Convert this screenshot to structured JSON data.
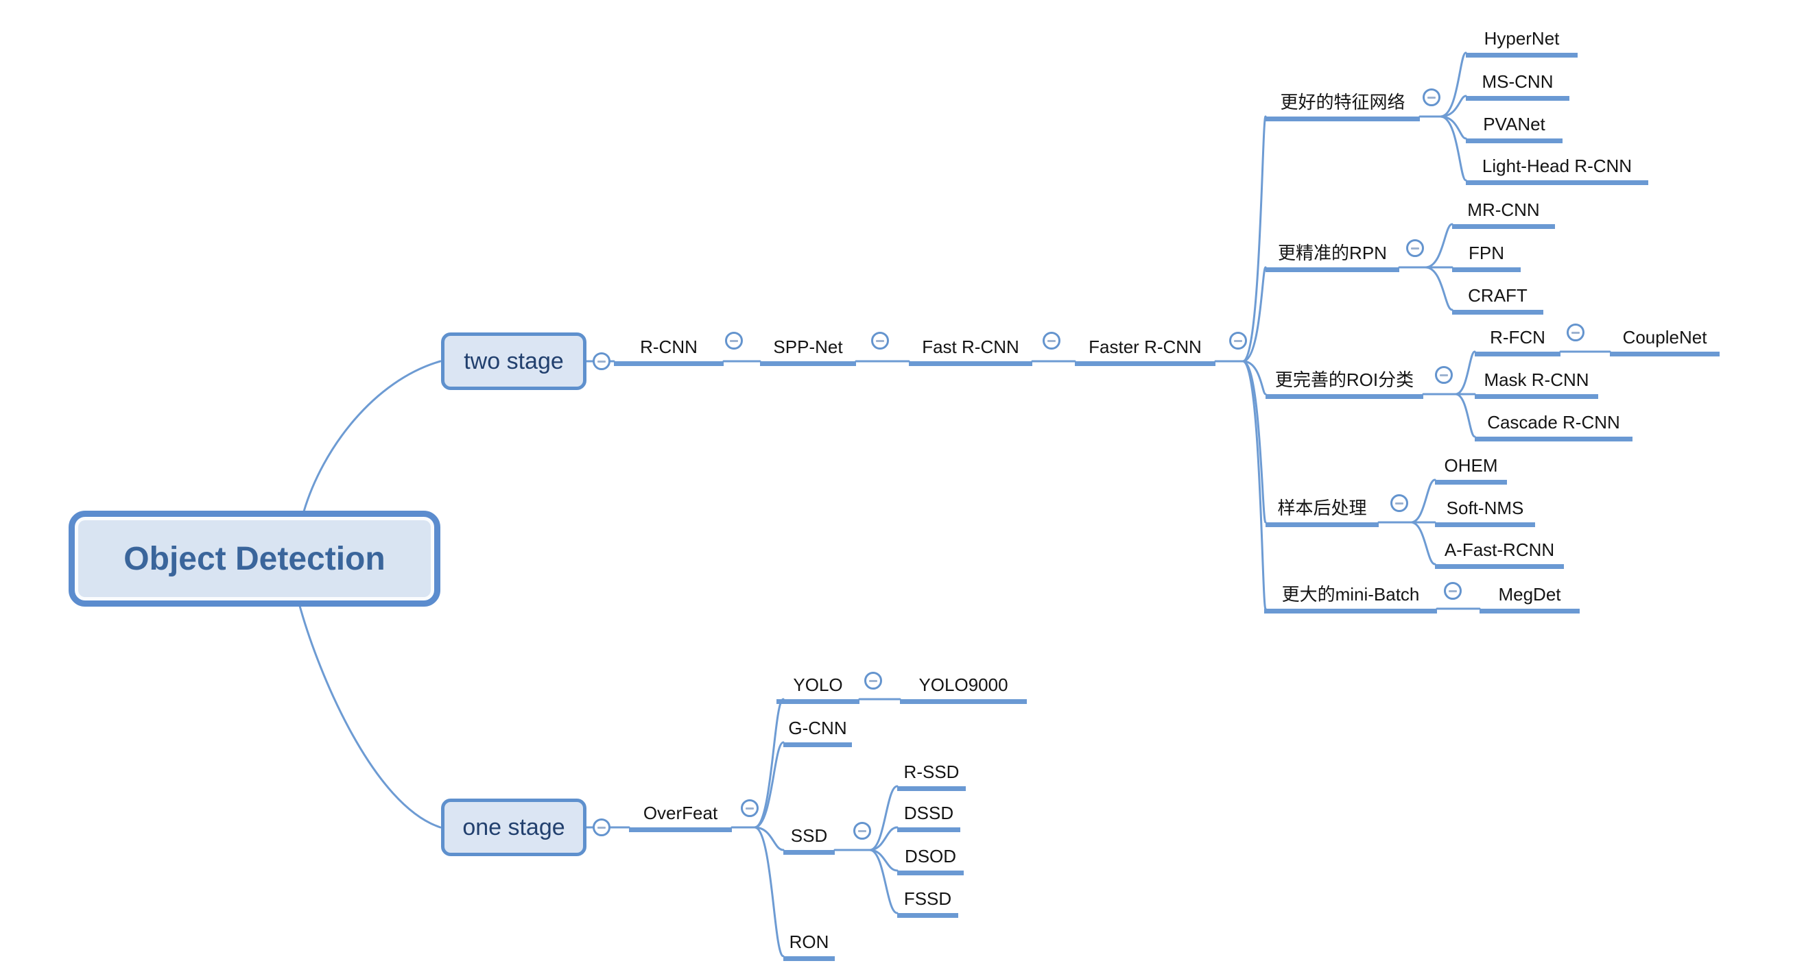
{
  "colors": {
    "background": "#ffffff",
    "branch_line": "#6d9bd3",
    "node_underline": "#6a99d3",
    "box_fill": "#dbe5f3",
    "box_border": "#5e90cd",
    "box_text": "#22406e",
    "root_fill": "#d9e4f2",
    "root_border": "#5b8cce",
    "root_text": "#3a659b",
    "label_text": "#141414",
    "collapse_stroke": "#6494ce",
    "collapse_dash": "#9cb2d0"
  },
  "nodes": {
    "root": {
      "label": "Object Detection"
    },
    "two_stage": {
      "label": "two stage"
    },
    "one_stage": {
      "label": "one stage"
    },
    "rcnn": {
      "label": "R-CNN"
    },
    "sppnet": {
      "label": "SPP-Net"
    },
    "fast_rcnn": {
      "label": "Fast R-CNN"
    },
    "faster_rcnn": {
      "label": "Faster R-CNN"
    },
    "feat_net": {
      "label": "更好的特征网络"
    },
    "hypernet": {
      "label": "HyperNet"
    },
    "ms_cnn": {
      "label": "MS-CNN"
    },
    "pvanet": {
      "label": "PVANet"
    },
    "lighthead": {
      "label": "Light-Head R-CNN"
    },
    "rpn": {
      "label": "更精准的RPN"
    },
    "mr_cnn": {
      "label": "MR-CNN"
    },
    "fpn": {
      "label": "FPN"
    },
    "craft": {
      "label": "CRAFT"
    },
    "roi": {
      "label": "更完善的ROI分类"
    },
    "r_fcn": {
      "label": "R-FCN"
    },
    "couplenet": {
      "label": "CoupleNet"
    },
    "mask_rcnn": {
      "label": "Mask R-CNN"
    },
    "cascade_rcnn": {
      "label": "Cascade R-CNN"
    },
    "post": {
      "label": "样本后处理"
    },
    "ohem": {
      "label": "OHEM"
    },
    "soft_nms": {
      "label": "Soft-NMS"
    },
    "a_fast_rcnn": {
      "label": "A-Fast-RCNN"
    },
    "minibatch": {
      "label": "更大的mini-Batch"
    },
    "megdet": {
      "label": "MegDet"
    },
    "overfeat": {
      "label": "OverFeat"
    },
    "yolo": {
      "label": "YOLO"
    },
    "yolo9000": {
      "label": "YOLO9000"
    },
    "g_cnn": {
      "label": "G-CNN"
    },
    "ssd": {
      "label": "SSD"
    },
    "r_ssd": {
      "label": "R-SSD"
    },
    "dssd": {
      "label": "DSSD"
    },
    "dsod": {
      "label": "DSOD"
    },
    "fssd": {
      "label": "FSSD"
    },
    "ron": {
      "label": "RON"
    }
  },
  "hierarchy": {
    "root": [
      "two_stage",
      "one_stage"
    ],
    "two_stage": [
      "rcnn"
    ],
    "rcnn": [
      "sppnet"
    ],
    "sppnet": [
      "fast_rcnn"
    ],
    "fast_rcnn": [
      "faster_rcnn"
    ],
    "faster_rcnn": [
      "feat_net",
      "rpn",
      "roi",
      "post",
      "minibatch"
    ],
    "feat_net": [
      "hypernet",
      "ms_cnn",
      "pvanet",
      "lighthead"
    ],
    "rpn": [
      "mr_cnn",
      "fpn",
      "craft"
    ],
    "roi": [
      "r_fcn",
      "mask_rcnn",
      "cascade_rcnn"
    ],
    "r_fcn": [
      "couplenet"
    ],
    "post": [
      "ohem",
      "soft_nms",
      "a_fast_rcnn"
    ],
    "minibatch": [
      "megdet"
    ],
    "one_stage": [
      "overfeat"
    ],
    "overfeat": [
      "yolo",
      "g_cnn",
      "ssd",
      "ron"
    ],
    "yolo": [
      "yolo9000"
    ],
    "ssd": [
      "r_ssd",
      "dssd",
      "dsod",
      "fssd"
    ]
  },
  "collapse_buttons": {
    "icon": "minus",
    "on_nodes": [
      "two_stage",
      "rcnn",
      "sppnet",
      "fast_rcnn",
      "faster_rcnn",
      "feat_net",
      "rpn",
      "roi",
      "r_fcn",
      "post",
      "minibatch",
      "one_stage",
      "overfeat",
      "yolo",
      "ssd"
    ]
  }
}
